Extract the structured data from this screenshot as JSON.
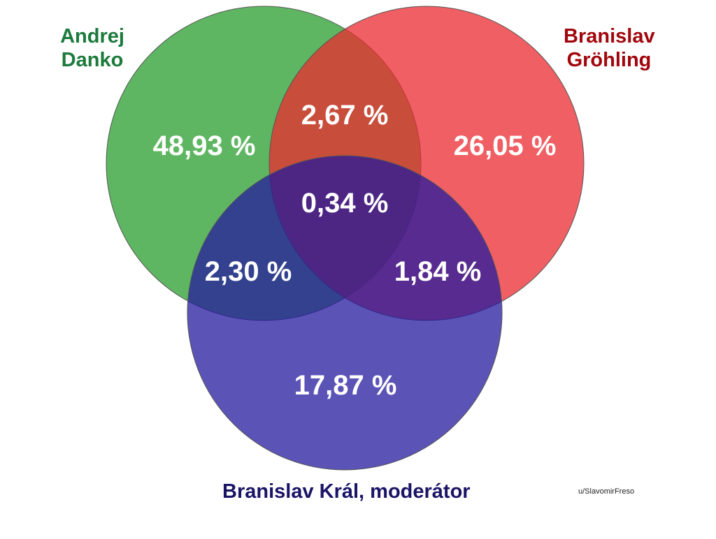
{
  "sets": [
    {
      "id": "a",
      "name_lines": [
        "Andrej",
        "Danko"
      ],
      "color": "#2a9e2d",
      "label_color": "#1c7a3c"
    },
    {
      "id": "b",
      "name_lines": [
        "Branislav",
        "Gröhling"
      ],
      "color": "#eb2a2f",
      "label_color": "#a1060c"
    },
    {
      "id": "c",
      "name_lines": [
        "Branislav Král, moderátor"
      ],
      "color": "#24199e",
      "label_color": "#1a1466"
    }
  ],
  "regions": [
    {
      "sets": [
        "a"
      ],
      "label": "48,93 %"
    },
    {
      "sets": [
        "b"
      ],
      "label": "26,05 %"
    },
    {
      "sets": [
        "c"
      ],
      "label": "17,87 %"
    },
    {
      "sets": [
        "a",
        "b"
      ],
      "label": "2,67 %"
    },
    {
      "sets": [
        "a",
        "c"
      ],
      "label": "2,30 %"
    },
    {
      "sets": [
        "b",
        "c"
      ],
      "label": "1,84 %"
    },
    {
      "sets": [
        "a",
        "b",
        "c"
      ],
      "label": "0,34 %"
    }
  ],
  "credit": "u/SlavomirFreso"
}
